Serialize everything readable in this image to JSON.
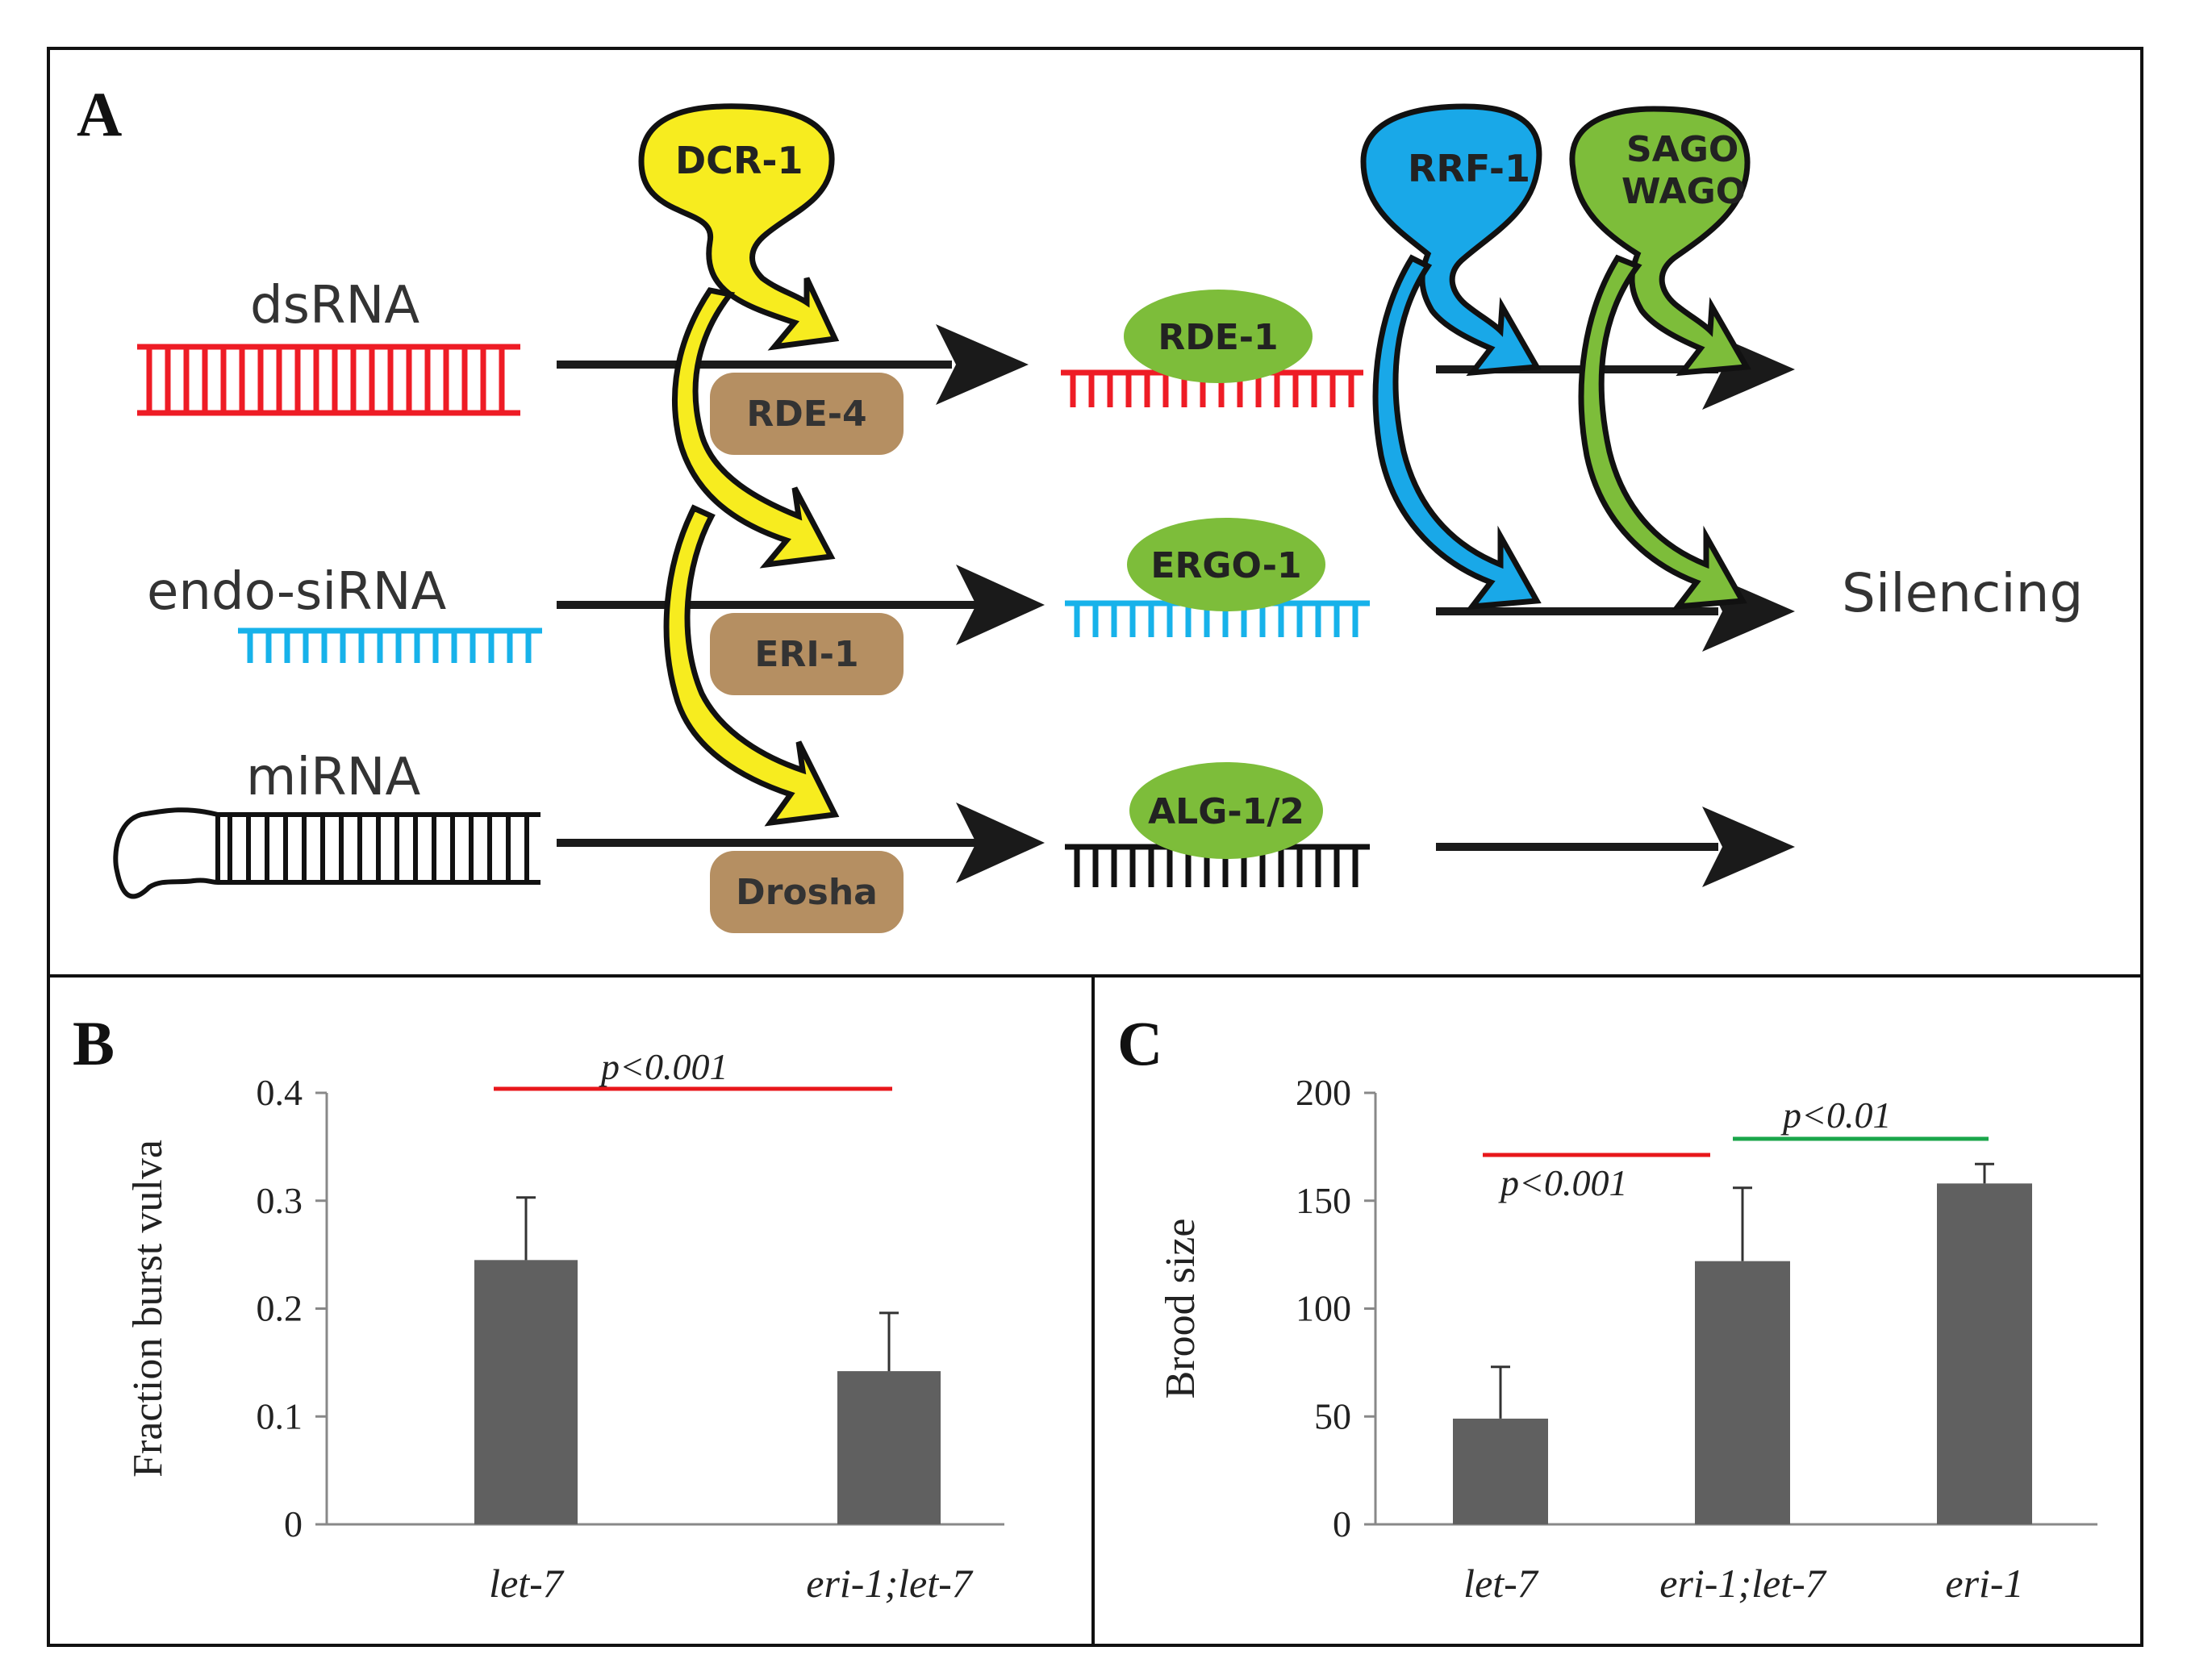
{
  "panel_a": {
    "letter": "A",
    "inputs": [
      "dsRNA",
      "endo-siRNA",
      "miRNA"
    ],
    "processors": [
      "RDE-4",
      "ERI-1",
      "Drosha"
    ],
    "argonautes": [
      "RDE-1",
      "ERGO-1",
      "ALG-1/2"
    ],
    "dcr": "DCR-1",
    "rrf": "RRF-1",
    "sago": [
      "SAGO",
      "WAGO"
    ],
    "outcome": "Silencing",
    "colors": {
      "dsRNA": "#ee1c25",
      "endo_siRNA": "#17b2ea",
      "miRNA": "#111111",
      "dcr": "#f7ec1f",
      "rrf": "#19a8e8",
      "sago": "#7dbd3a",
      "protein_brown": "#b58f62",
      "protein_green": "#7dbd3a",
      "arrow": "#1a1a1a"
    }
  },
  "chart_data": [
    {
      "panel": "B",
      "type": "bar",
      "ylabel": "Fraction burst vulva",
      "categories": [
        "let-7",
        "eri-1;let-7"
      ],
      "values": [
        0.245,
        0.142
      ],
      "errors": [
        0.058,
        0.054
      ],
      "ylim": [
        0,
        0.4
      ],
      "yticks": [
        "0",
        "0.1",
        "0.2",
        "0.3",
        "0.4"
      ],
      "bar_color": "#606060",
      "significance": [
        {
          "label": "p<0.001",
          "from": "let-7",
          "to": "eri-1;let-7",
          "color": "#e8171b"
        }
      ]
    },
    {
      "panel": "C",
      "type": "bar",
      "ylabel": "Brood size",
      "categories": [
        "let-7",
        "eri-1;let-7",
        "eri-1"
      ],
      "values": [
        49,
        122,
        158
      ],
      "errors": [
        24,
        34,
        9
      ],
      "ylim": [
        0,
        200
      ],
      "yticks": [
        "0",
        "50",
        "100",
        "150",
        "200"
      ],
      "bar_color": "#606060",
      "significance": [
        {
          "label": "p<0.001",
          "from": "let-7",
          "to": "eri-1;let-7",
          "color": "#e8171b"
        },
        {
          "label": "p<0.01",
          "from": "eri-1;let-7",
          "to": "eri-1",
          "color": "#1aa64a"
        }
      ]
    }
  ]
}
